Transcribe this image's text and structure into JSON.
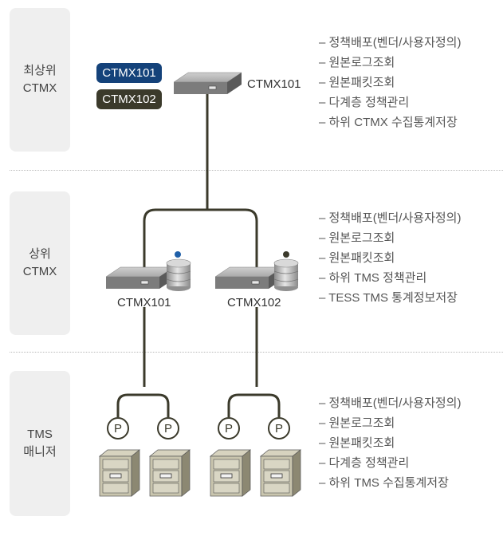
{
  "tiers": [
    {
      "line1": "최상위",
      "line2": "CTMX"
    },
    {
      "line1": "상위",
      "line2": "CTMX"
    },
    {
      "line1": "TMS",
      "line2": "매니저"
    }
  ],
  "badges": [
    {
      "label": "CTMX101",
      "color": "#14427a"
    },
    {
      "label": "CTMX102",
      "color": "#3b3a2b"
    }
  ],
  "nodes": {
    "top": "CTMX101",
    "mid_left": "CTMX101",
    "mid_right": "CTMX102"
  },
  "db_dots": {
    "left": "#1f5fa8",
    "right": "#3b3a2b"
  },
  "policy_icon": "P",
  "features": {
    "top": [
      "– 정책배포(벤더/사용자정의)",
      "– 원본로그조회",
      "– 원본패킷조회",
      "– 다계층 정책관리",
      "– 하위 CTMX 수집통계저장"
    ],
    "mid": [
      "– 정책배포(벤더/사용자정의)",
      "– 원본로그조회",
      "– 원본패킷조회",
      "– 하위 TMS 정책관리",
      "– TESS TMS 통계정보저장"
    ],
    "bottom": [
      "– 정책배포(벤더/사용자정의)",
      "– 원본로그조회",
      "– 원본패킷조회",
      "– 다계층 정책관리",
      "– 하위 TMS 수집통계저장"
    ]
  },
  "colors": {
    "connector": "#3b3a2b",
    "panel": "#efefef"
  }
}
